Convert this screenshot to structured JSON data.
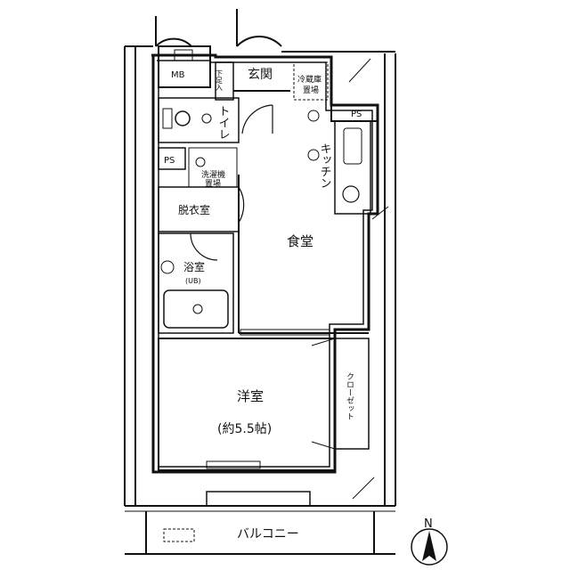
{
  "rooms": {
    "genkan": "玄関",
    "getabako": "下足入",
    "mb": "MB",
    "toilet": "トイレ",
    "kitchen": "キッチン",
    "fridge": "冷蔵庫",
    "fridge_place": "置場",
    "ps_top": "PS",
    "ps_left": "PS",
    "washer": "洗濯機",
    "washer_place": "置場",
    "dressing": "脱衣室",
    "bath": "浴室",
    "bath_note": "(UB)",
    "dining": "食堂",
    "western": "洋室",
    "western_size": "(約5.5帖)",
    "closet": "クローゼット",
    "balcony": "バルコニー"
  },
  "compass": {
    "north": "N"
  },
  "colors": {
    "line": "#111111",
    "background": "#ffffff"
  }
}
